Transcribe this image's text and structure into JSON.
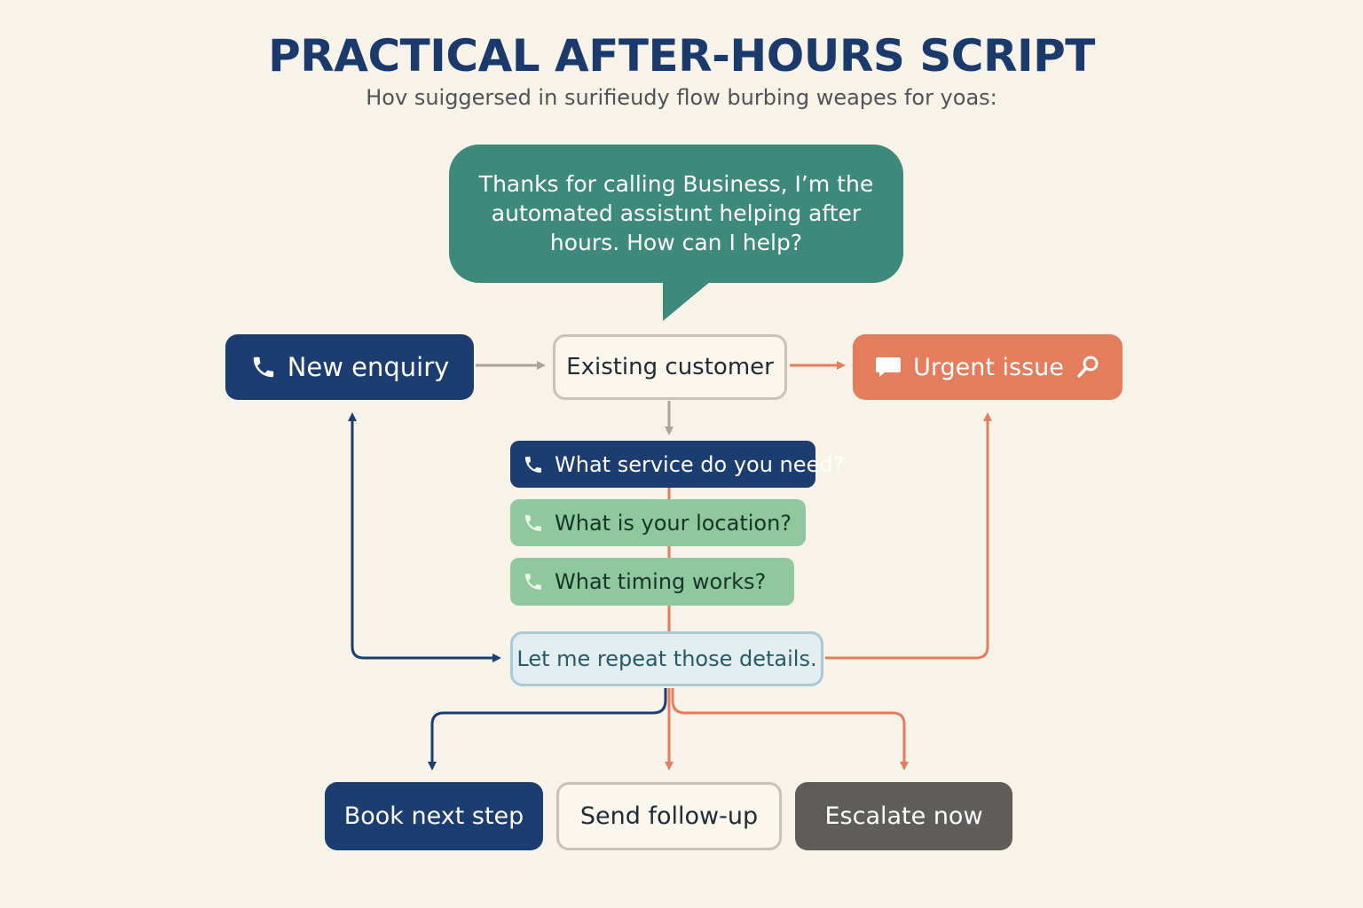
{
  "title": "PRACTICAL AFTER-HOURS SCRIPT",
  "subtitle": "Hov suiggersed in surifieudy flow burbing weapes for yoas:",
  "greeting": "Thanks for calling Business, I’m the automated assistınt helping after hours. How can I help?",
  "branches": {
    "new_enquiry": "New enquiry",
    "existing_customer": "Existing customer",
    "urgent_issue": "Urgent issue"
  },
  "questions": [
    {
      "label": "What service do you need?",
      "icon": "phone-icon"
    },
    {
      "label": "What is your location?",
      "icon": "phone-icon"
    },
    {
      "label": "What timing works?",
      "icon": "phone-icon"
    }
  ],
  "confirm": "Let me repeat those details.",
  "outcomes": {
    "book": "Book next step",
    "follow_up": "Send follow-up",
    "escalate": "Escalate now"
  },
  "colors": {
    "navy": "#1c3d70",
    "teal": "#3d8a7a",
    "coral": "#e47c5e",
    "green": "#8ec89c",
    "dark_gray": "#5e5d5a",
    "background": "#f8f3e9"
  }
}
